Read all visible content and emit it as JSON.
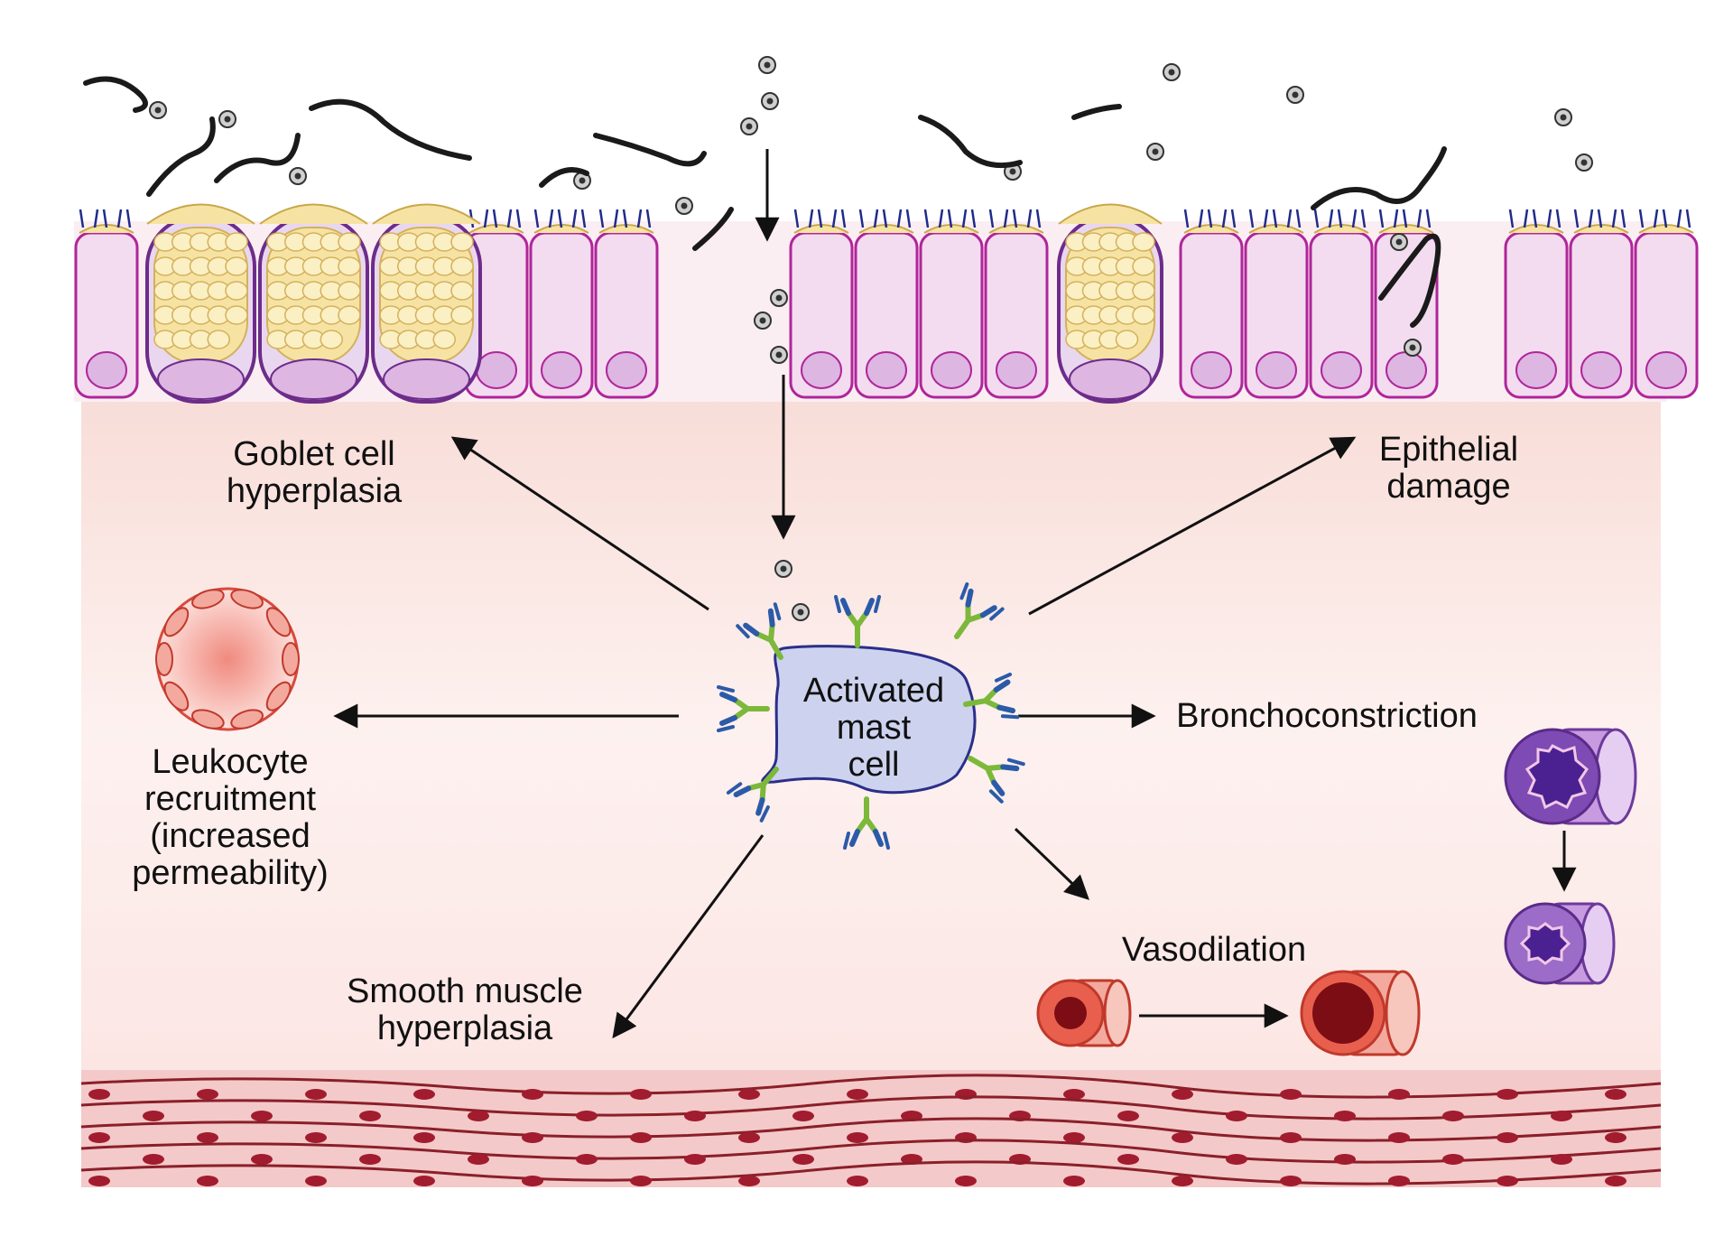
{
  "colors": {
    "cell_fill": "#f3dcef",
    "cell_outline": "#b0259a",
    "nucleus": "#ddb6e2",
    "mucus": "#f6e3a4",
    "cilia": "#1f2a8c",
    "mast_cell_fill": "#cdd3ef",
    "mast_cell_outline": "#2b2f8a",
    "antibody_blue": "#2b5aa8",
    "antibody_green": "#7cb83a",
    "muscle_fill": "#f4c9c9",
    "muscle_line": "#8a1f2a",
    "vessel": "#d84a3c",
    "airway": "#6b3a9a"
  },
  "icons": {
    "allergen": "allergen-particle-icon",
    "parasite_worm": "worm-icon",
    "antibody": "ige-antibody-icon",
    "blood_vessel": "blood-vessel-icon",
    "airway": "airway-ring-icon"
  },
  "labels": {
    "center": [
      "Activated",
      "mast",
      "cell"
    ],
    "goblet": [
      "Goblet cell",
      "hyperplasia"
    ],
    "epithelial": [
      "Epithelial",
      "damage"
    ],
    "leukocyte": [
      "Leukocyte",
      "recruitment",
      "(increased",
      "permeability)"
    ],
    "broncho": [
      "Bronchoconstriction"
    ],
    "smooth": [
      "Smooth muscle",
      "hyperplasia"
    ],
    "vaso": [
      "Vasodilation"
    ]
  }
}
